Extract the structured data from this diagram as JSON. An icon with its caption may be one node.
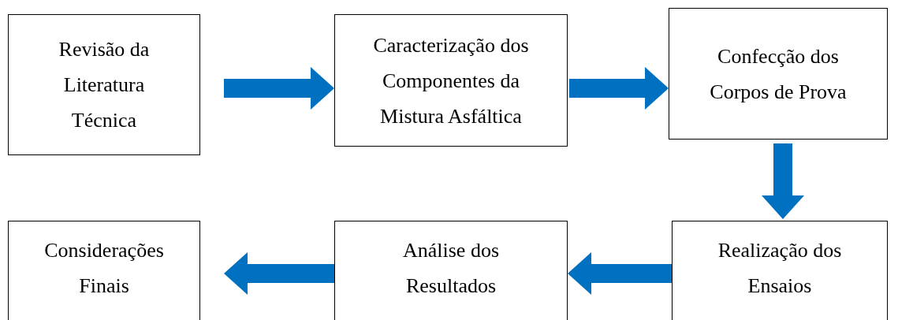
{
  "diagram": {
    "nodes": [
      {
        "text": [
          "Revisão da Literatura Técnica"
        ]
      },
      {
        "text": [
          "Caracterização dos Componentes da Mistura Asfáltica"
        ]
      },
      {
        "text": [
          "Confecção dos Corpos de Prova"
        ]
      },
      {
        "text": [
          "Realização dos Ensaios"
        ]
      },
      {
        "text": [
          "Análise dos Resultados"
        ]
      },
      {
        "text": [
          "Considerações Finais"
        ]
      }
    ],
    "edges": [
      {
        "from": 0,
        "to": 1,
        "arrow": "to"
      },
      {
        "from": 1,
        "to": 2,
        "arrow": "to"
      },
      {
        "from": 2,
        "to": 3,
        "arrow": "to"
      },
      {
        "from": 3,
        "to": 4,
        "arrow": "to"
      },
      {
        "from": 4,
        "to": 5,
        "arrow": "to"
      }
    ]
  }
}
